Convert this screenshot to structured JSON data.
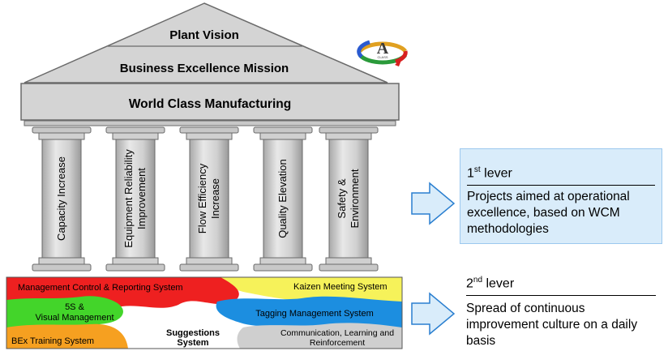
{
  "roof": {
    "vision": "Plant Vision",
    "mission": "Business Excellence Mission",
    "beam": "World Class Manufacturing"
  },
  "logo": {
    "text": "CLASS",
    "icon": "a-class-logo-icon"
  },
  "pillars": [
    {
      "line1": "Capacity Increase",
      "line2": ""
    },
    {
      "line1": "Equipment Reliability",
      "line2": "Improvement"
    },
    {
      "line1": "Flow Efficiency",
      "line2": "Increase"
    },
    {
      "line1": "Quality Elevation",
      "line2": ""
    },
    {
      "line1": "Safety &",
      "line2": "Environment"
    }
  ],
  "foundation": {
    "management": "Management Control & Reporting System",
    "kaizen": "Kaizen Meeting System",
    "fives_line1": "5S &",
    "fives_line2": "Visual Management",
    "tagging": "Tagging Management System",
    "suggestions_line1": "Suggestions",
    "suggestions_line2": "System",
    "bex": "BEx Training System",
    "comm_line1": "Communication, Learning and",
    "comm_line2": "Reinforcement"
  },
  "levers": [
    {
      "num": "1",
      "sup": "st",
      "word": " lever",
      "body": "Projects aimed at operational excellence, based on WCM methodologies"
    },
    {
      "num": "2",
      "sup": "nd",
      "word": " lever",
      "body": "Spread of continuous improvement culture on a daily basis"
    }
  ],
  "colors": {
    "stone": "#d4d4d4",
    "stone_edge": "#6a6a6a",
    "red": "#ee2020",
    "yellow": "#f6f25a",
    "green": "#43d52a",
    "blue": "#1c8ee0",
    "orange": "#f6a020",
    "grey": "#cfcfcf",
    "lever_fill": "#d9ecfa",
    "arrow": "#d9ecfa",
    "arrow_edge": "#2a7fd0"
  }
}
